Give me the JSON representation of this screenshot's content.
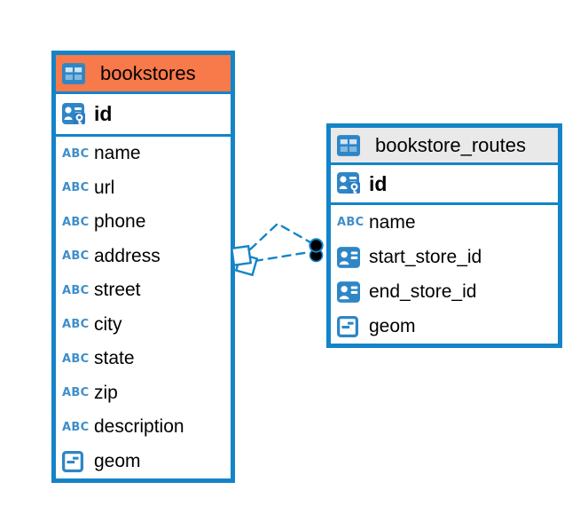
{
  "diagram": {
    "text_type_label": "ABC",
    "background": "#ffffff"
  },
  "colors": {
    "table_border_blue": "#1484C8",
    "icon_blue": "#2E86C6",
    "abc_type_blue": "#3E8ECB",
    "bookstores_header_orange": "#F8794A",
    "bookstore_routes_header_gray": "#E9E9E9",
    "relationship_line_blue": "#1484C8",
    "relationship_dot_black": "#000000",
    "text": "#000000"
  },
  "tables": {
    "bookstores": {
      "title": "bookstores",
      "pk": "id",
      "columns": [
        "name",
        "url",
        "phone",
        "address",
        "street",
        "city",
        "state",
        "zip",
        "description",
        "geom"
      ]
    },
    "bookstore_routes": {
      "title": "bookstore_routes",
      "pk": "id",
      "columns": [
        "name",
        "start_store_id",
        "end_store_id",
        "geom"
      ]
    }
  },
  "relationships": [
    {
      "from_table": "bookstore_routes",
      "to_table": "bookstores",
      "line_style": "dashed"
    },
    {
      "from_table": "bookstore_routes",
      "to_table": "bookstores",
      "line_style": "dashed"
    }
  ]
}
